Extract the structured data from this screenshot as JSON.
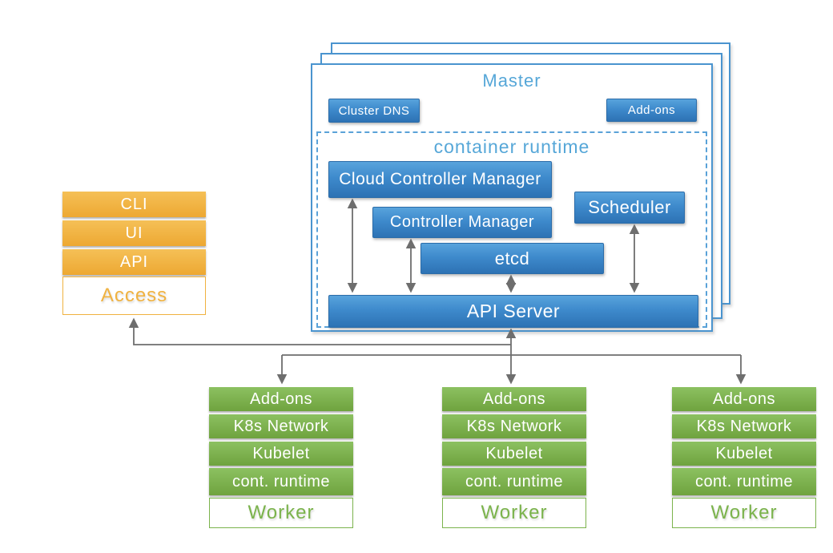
{
  "master": {
    "title": "Master",
    "cluster_dns": "Cluster DNS",
    "addons": "Add-ons",
    "runtime_title": "container runtime",
    "components": {
      "ccm": "Cloud Controller Manager",
      "cm": "Controller Manager",
      "scheduler": "Scheduler",
      "etcd": "etcd",
      "api_server": "API Server"
    }
  },
  "access": {
    "rows": [
      "CLI",
      "UI",
      "API"
    ],
    "label": "Access"
  },
  "workers": [
    {
      "rows": [
        "Add-ons",
        "K8s Network",
        "Kubelet",
        "cont. runtime"
      ],
      "label": "Worker"
    },
    {
      "rows": [
        "Add-ons",
        "K8s Network",
        "Kubelet",
        "cont. runtime"
      ],
      "label": "Worker"
    },
    {
      "rows": [
        "Add-ons",
        "K8s Network",
        "Kubelet",
        "cont. runtime"
      ],
      "label": "Worker"
    }
  ],
  "colors": {
    "component_blue": "#3d89cc",
    "outline_blue": "#4a94cf",
    "title_blue": "#56a7d8",
    "access_orange": "#f0b240",
    "worker_green": "#7bb34c",
    "connector_gray": "#6e6e6e"
  }
}
